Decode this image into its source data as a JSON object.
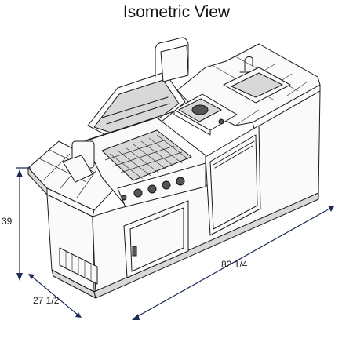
{
  "title": "Isometric View",
  "dimensions": {
    "height": "39",
    "depth": "27 1/2",
    "length": "82 1/4"
  }
}
